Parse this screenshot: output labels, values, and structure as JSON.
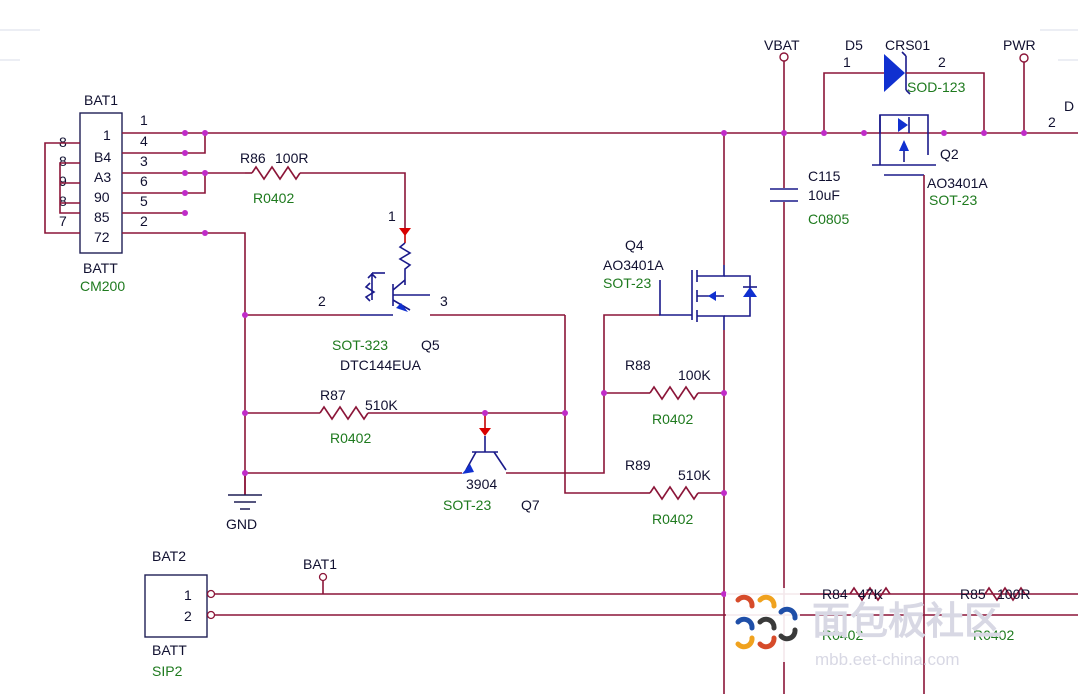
{
  "bat1": {
    "ref": "BAT1",
    "value": "BATT",
    "footprint": "CM200",
    "inner_pins": [
      "1",
      "B4",
      "A3",
      "90",
      "85",
      "72"
    ],
    "outer_pins": [
      "8",
      "8",
      "9",
      "8",
      "7"
    ],
    "right_pins": [
      "1",
      "4",
      "3",
      "6",
      "5",
      "2"
    ]
  },
  "r86": {
    "ref": "R86",
    "value": "100R",
    "footprint": "R0402"
  },
  "q5": {
    "ref": "Q5",
    "package": "SOT-323",
    "part": "DTC144EUA",
    "pin1": "1",
    "pin2": "2",
    "pin3": "3"
  },
  "r87": {
    "ref": "R87",
    "value": "510K",
    "footprint": "R0402"
  },
  "q7": {
    "ref": "Q7",
    "part": "3904",
    "package": "SOT-23"
  },
  "gnd": "GND",
  "q4": {
    "ref": "Q4",
    "part": "AO3401A",
    "package": "SOT-23"
  },
  "r88": {
    "ref": "R88",
    "value": "100K",
    "footprint": "R0402"
  },
  "r89": {
    "ref": "R89",
    "value": "510K",
    "footprint": "R0402"
  },
  "vbat": "VBAT",
  "c115": {
    "ref": "C115",
    "value": "10uF",
    "footprint": "C0805"
  },
  "d5": {
    "ref": "D5",
    "part": "CRS01",
    "package": "SOD-123",
    "pin1": "1",
    "pin2": "2"
  },
  "pwr": "PWR",
  "q2": {
    "ref": "Q2",
    "part": "AO3401A",
    "package": "SOT-23"
  },
  "edge": {
    "label": "D",
    "pin": "2"
  },
  "bat2": {
    "ref": "BAT2",
    "value": "BATT",
    "footprint": "SIP2",
    "pin1": "1",
    "pin2": "2"
  },
  "bat1_net": "BAT1",
  "r84": {
    "ref": "R84",
    "value": "47K",
    "footprint": "R0402"
  },
  "r85": {
    "ref": "R85",
    "value": "100R",
    "footprint": "R0402"
  },
  "watermark": {
    "cn": "面包板社区",
    "url": "mbb.eet-china.com"
  }
}
